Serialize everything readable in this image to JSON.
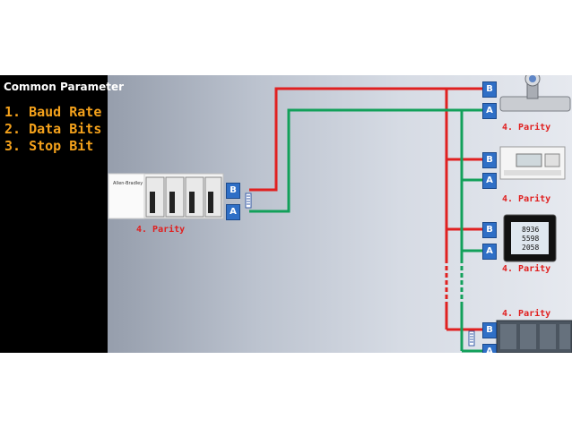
{
  "left_panel": {
    "title": "Common Parameter",
    "params": [
      "1. Baud Rate",
      "2. Data Bits",
      "3. Stop Bit"
    ]
  },
  "plc": {
    "brand": "Allen-Bradley",
    "parity_label": "4. Parity",
    "terminals": {
      "b": "B",
      "a": "A"
    }
  },
  "slaves": [
    {
      "name": "flow-meter",
      "parity_label": "4. Parity",
      "terminals": {
        "b": "B",
        "a": "A"
      }
    },
    {
      "name": "energy-meter",
      "parity_label": "4. Parity",
      "terminals": {
        "b": "B",
        "a": "A"
      }
    },
    {
      "name": "power-analyzer",
      "parity_label": "4. Parity",
      "display_lines": [
        "8936",
        "5598",
        "2058"
      ],
      "terminals": {
        "b": "B",
        "a": "A"
      }
    },
    {
      "name": "io-rack",
      "parity_label": "4. Parity",
      "terminals": {
        "b": "B",
        "a": "A"
      }
    }
  ],
  "colors": {
    "line_b": "#e02020",
    "line_a": "#12a05a",
    "terminal": "#2f6fc6",
    "accent_text": "#f4a11b",
    "parity_text": "#e02020"
  }
}
